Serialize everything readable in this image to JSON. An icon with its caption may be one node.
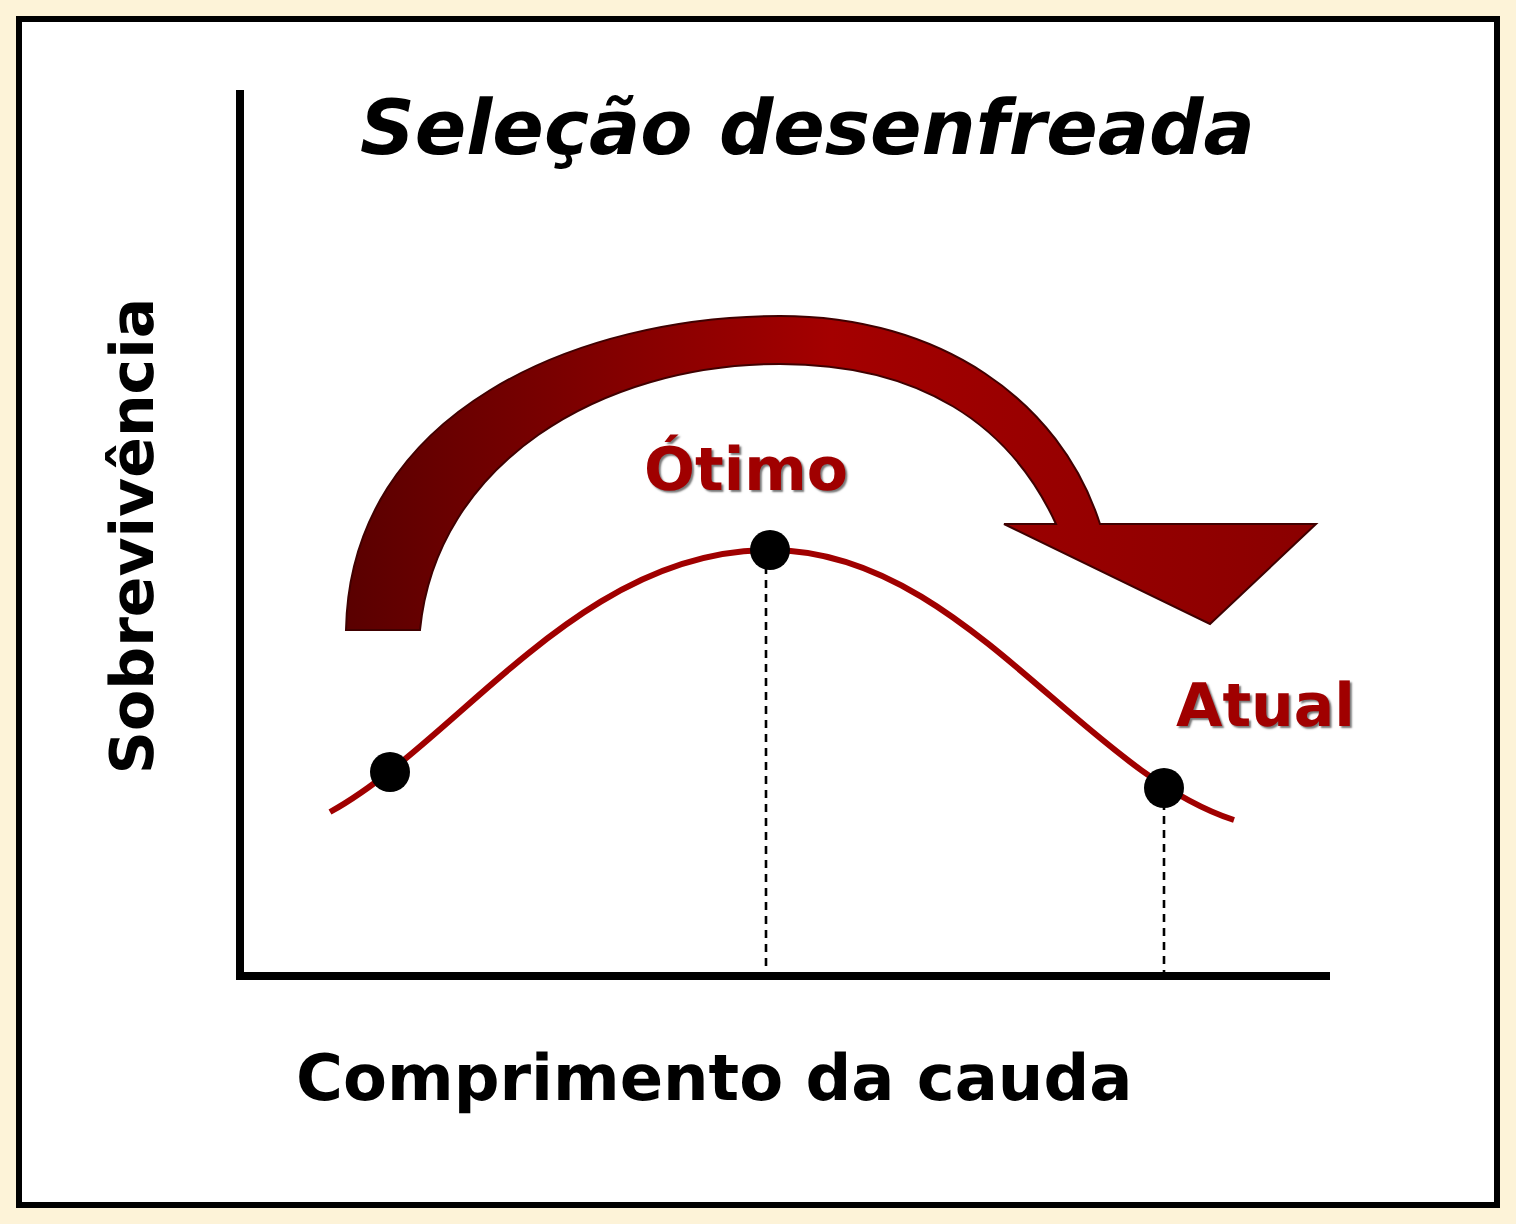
{
  "diagram": {
    "title": "Seleção desenfreada",
    "labels": [
      "Ótimo",
      "Atual",
      "Sobrevivência",
      "Comprimento da cauda"
    ]
  }
}
